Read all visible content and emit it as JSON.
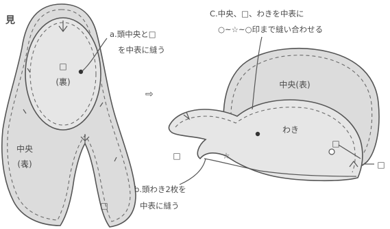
{
  "diagram": {
    "header_label": "見",
    "left_piece": {
      "inner_square": "□",
      "inner_label": "(裏)",
      "body_label_1": "中央",
      "body_label_2": "(表)",
      "tail_square": "□"
    },
    "arrow_glyph": "⇨",
    "note_a": {
      "line1": "a.頭中央と□",
      "line2": "を中表に縫う"
    },
    "note_b": {
      "line1": "b.頭わき2枚を",
      "line2": "中表に縫う"
    },
    "note_c": {
      "line1": "C.中央、□、わきを中表に",
      "line2": "○~☆~○印まで縫い合わせる"
    },
    "right_piece": {
      "top_label": "中央(表)",
      "side_label": "わき",
      "left_square": "□",
      "right_square": "□",
      "far_right_square": "□",
      "star": "☆"
    }
  }
}
